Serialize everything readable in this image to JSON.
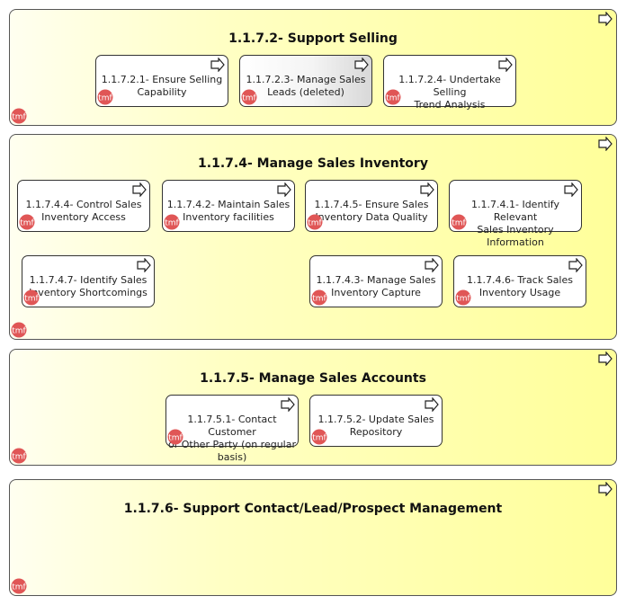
{
  "groups": [
    {
      "title": "1.1.7.2- Support Selling",
      "boxes": [
        {
          "label": "1.1.7.2.1- Ensure Selling\nCapability"
        },
        {
          "label": "1.1.7.2.3- Manage Sales\nLeads (deleted)"
        },
        {
          "label": "1.1.7.2.4- Undertake Selling\nTrend Analysis"
        }
      ]
    },
    {
      "title": "1.1.7.4- Manage Sales Inventory",
      "boxes": [
        {
          "label": "1.1.7.4.4- Control Sales\nInventory Access"
        },
        {
          "label": "1.1.7.4.2- Maintain Sales\nInventory facilities"
        },
        {
          "label": "1.1.7.4.5- Ensure Sales\nInventory Data Quality"
        },
        {
          "label": "1.1.7.4.1- Identify Relevant\nSales Inventory Information"
        },
        {
          "label": "1.1.7.4.7- Identify Sales\nInventory Shortcomings"
        },
        {
          "label": "1.1.7.4.3- Manage Sales\nInventory Capture"
        },
        {
          "label": "1.1.7.4.6- Track Sales\nInventory Usage"
        }
      ]
    },
    {
      "title": "1.1.7.5- Manage Sales Accounts",
      "boxes": [
        {
          "label": "1.1.7.5.1- Contact Customer\nor Other Party (on regular\nbasis)"
        },
        {
          "label": "1.1.7.5.2- Update Sales\nRepository"
        }
      ]
    },
    {
      "title": "1.1.7.6- Support Contact/Lead/Prospect Management",
      "boxes": []
    }
  ],
  "icons": {
    "process": "process-arrow-icon",
    "badge": "tmf-badge-icon",
    "badge_text": "tmf",
    "badge_color": "#e05656",
    "group_fill": "#ffff9a",
    "box_fill": "#ffffff"
  }
}
